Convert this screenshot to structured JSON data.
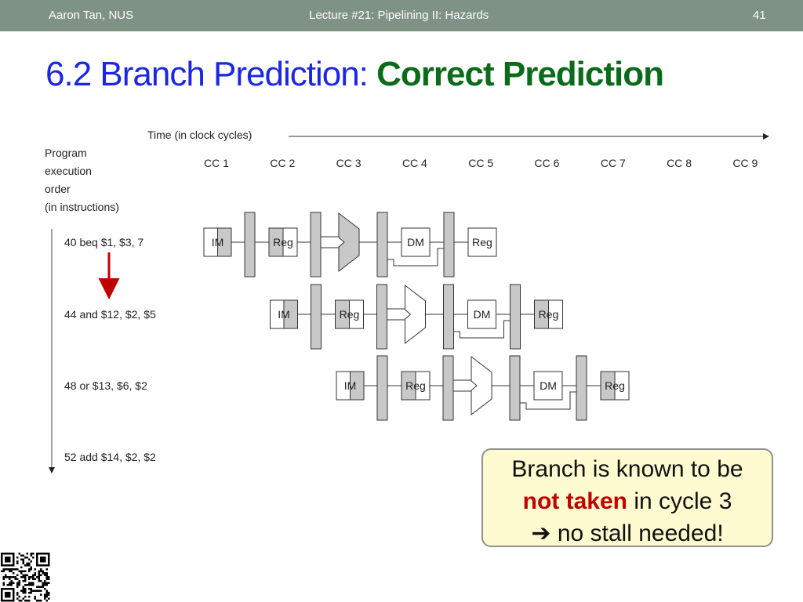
{
  "header": {
    "author": "Aaron Tan, NUS",
    "lecture": "Lecture #21: Pipelining II: Hazards",
    "page": "41"
  },
  "title": {
    "part1": "6.2 Branch Prediction: ",
    "part2": "Correct Prediction"
  },
  "diagram": {
    "time_label": "Time (in clock cycles)",
    "program_label": [
      "Program",
      "execution",
      "order",
      "(in instructions)"
    ],
    "cycles": [
      "CC 1",
      "CC 2",
      "CC 3",
      "CC 4",
      "CC 5",
      "CC 6",
      "CC 7",
      "CC 8",
      "CC 9"
    ],
    "instructions": [
      "40 beq $1, $3, 7",
      "44 and $12, $2, $5",
      "48 or $13, $6, $2",
      "52 add $14, $2, $2"
    ],
    "stage_labels": {
      "im": "IM",
      "reg": "Reg",
      "dm": "DM"
    }
  },
  "callout": {
    "line1": "Branch is known to be",
    "emphasis": "not taken",
    "line2_rest": " in cycle 3",
    "arrow": "➔",
    "line3": " no stall needed!"
  },
  "colors": {
    "header_bg": "#7f9286",
    "title_blue": "#1c27e0",
    "title_green": "#0b6b1a",
    "stage_gray": "#c8c8c8",
    "callout_bg": "#fffbd0",
    "arrow_red": "#c00000"
  }
}
